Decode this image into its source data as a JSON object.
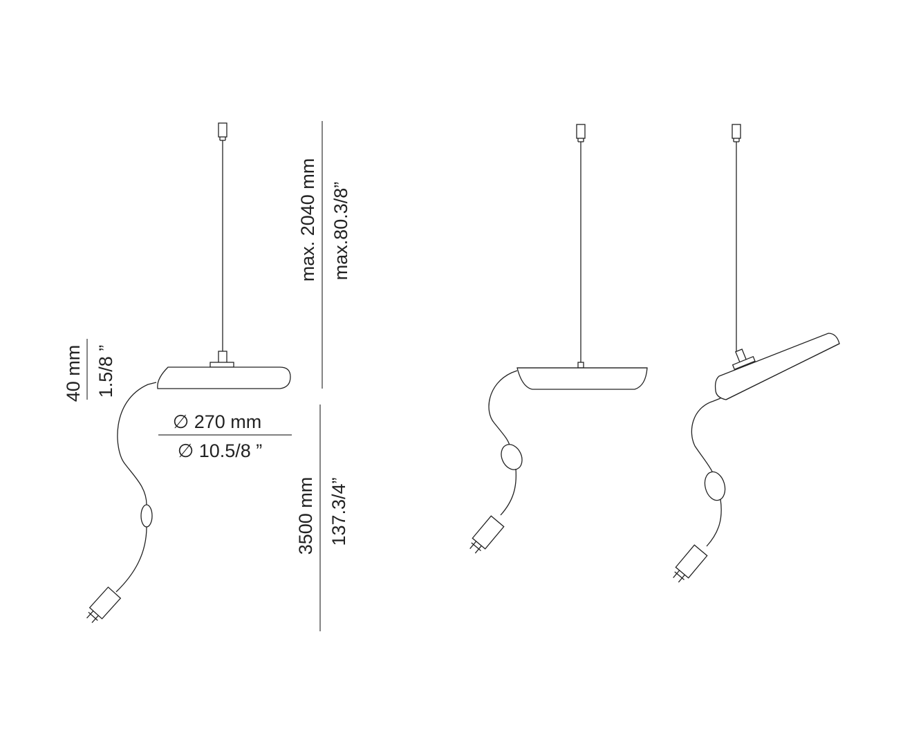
{
  "dimensions": {
    "height_max_mm": "max. 2040 mm",
    "height_max_in": "max.80.3/8”",
    "cable_mm": "3500 mm",
    "cable_in": "137.3/4”",
    "shade_height_mm": "40 mm",
    "shade_height_in": "1.5/8 ”",
    "diameter_mm": "∅ 270 mm",
    "diameter_in": "∅ 10.5/8 ”"
  },
  "views": [
    "front-view",
    "tilted-view",
    "angled-view"
  ]
}
